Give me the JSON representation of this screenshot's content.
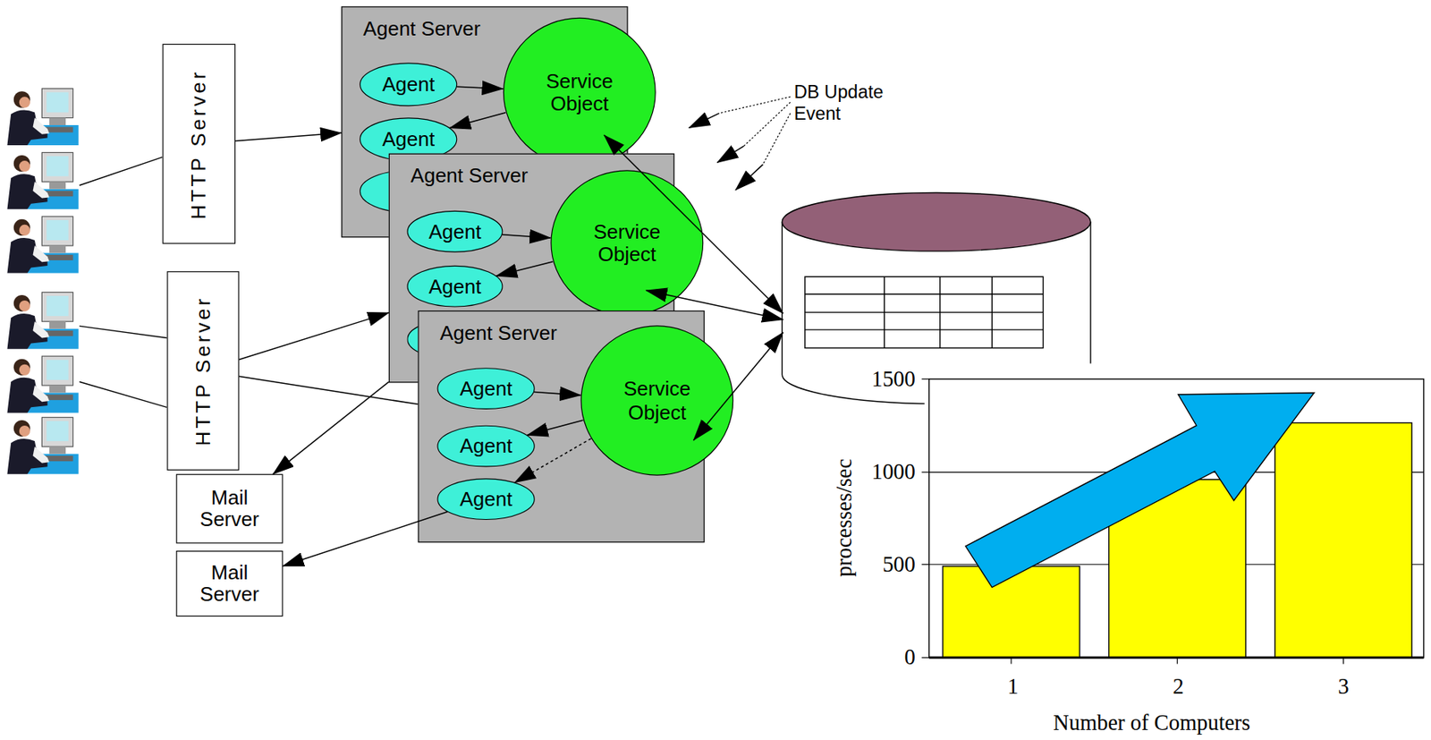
{
  "diagram": {
    "nodes": [
      {
        "text": [
          "HTTP Server"
        ]
      },
      {
        "text": [
          "HTTP Server"
        ]
      },
      {
        "text": [
          "Agent Server"
        ]
      },
      {
        "text": [
          "Agent"
        ],
        "in": 2
      },
      {
        "text": [
          "Agent"
        ],
        "in": 2
      },
      {
        "text": [
          "Service Object"
        ],
        "in": 2
      },
      {
        "text": [
          "Agent Server"
        ]
      },
      {
        "text": [
          "Agent"
        ],
        "in": 6
      },
      {
        "text": [
          "Agent"
        ],
        "in": 6
      },
      {
        "text": [
          "Service Object"
        ],
        "in": 6
      },
      {
        "text": [
          "Agent Server"
        ]
      },
      {
        "text": [
          "Agent"
        ],
        "in": 10
      },
      {
        "text": [
          "Agent"
        ],
        "in": 10
      },
      {
        "text": [
          "Agent"
        ],
        "in": 10
      },
      {
        "text": [
          "Service Object"
        ],
        "in": 10
      },
      {
        "text": [
          "Mail Server"
        ]
      },
      {
        "text": [
          "Mail Server"
        ]
      }
    ],
    "edges": [
      {
        "from": 0,
        "to": 2,
        "arrow": "to"
      },
      {
        "from": 1,
        "to": 6,
        "arrow": "to"
      },
      {
        "from": 1,
        "to": 10,
        "arrow": "none"
      },
      {
        "from": 6,
        "to": 15,
        "arrow": "to"
      },
      {
        "from": 13,
        "to": 16,
        "arrow": "to"
      },
      {
        "from": 3,
        "to": 5,
        "arrow": "to"
      },
      {
        "from": 5,
        "to": 4,
        "arrow": "to"
      },
      {
        "from": 7,
        "to": 9,
        "arrow": "to"
      },
      {
        "from": 9,
        "to": 8,
        "arrow": "to"
      },
      {
        "from": 11,
        "to": 14,
        "arrow": "to"
      },
      {
        "from": 14,
        "to": 12,
        "arrow": "to"
      },
      {
        "from": 14,
        "to": 13,
        "arrow": "to"
      }
    ],
    "labels": [
      "DB Update Event",
      "1500",
      "1000",
      "500",
      "0",
      "1",
      "2",
      "3",
      "processes/sec",
      "Number of Computers"
    ]
  }
}
